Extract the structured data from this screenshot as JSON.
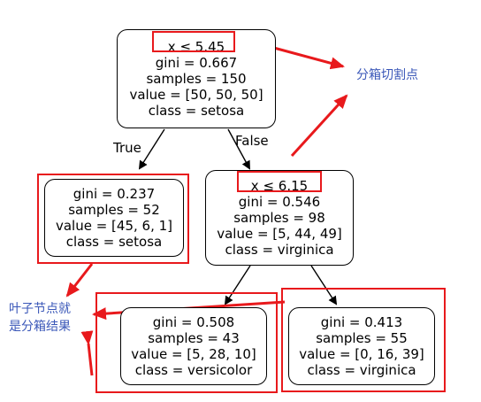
{
  "tree": {
    "root": {
      "split": "x ≤ 5.45",
      "gini": "gini = 0.667",
      "samples": "samples = 150",
      "value": "value = [50, 50, 50]",
      "class": "class = setosa"
    },
    "left_leaf": {
      "gini": "gini = 0.237",
      "samples": "samples = 52",
      "value": "value = [45, 6, 1]",
      "class": "class = setosa"
    },
    "right_node": {
      "split": "x ≤ 6.15",
      "gini": "gini = 0.546",
      "samples": "samples = 98",
      "value": "value = [5, 44, 49]",
      "class": "class = virginica"
    },
    "leaf_versicolor": {
      "gini": "gini = 0.508",
      "samples": "samples = 43",
      "value": "value = [5, 28, 10]",
      "class": "class = versicolor"
    },
    "leaf_virginica": {
      "gini": "gini = 0.413",
      "samples": "samples = 55",
      "value": "value = [0, 16, 39]",
      "class": "class = virginica"
    }
  },
  "edges": {
    "true_label": "True",
    "false_label": "False"
  },
  "annotations": {
    "cut_point": "分箱切割点",
    "leaf_line1": "叶子节点就",
    "leaf_line2": "是分箱结果"
  },
  "colors": {
    "highlight_red": "#e8191c",
    "annotation_blue": "#3a57b8",
    "node_border": "#000000"
  }
}
